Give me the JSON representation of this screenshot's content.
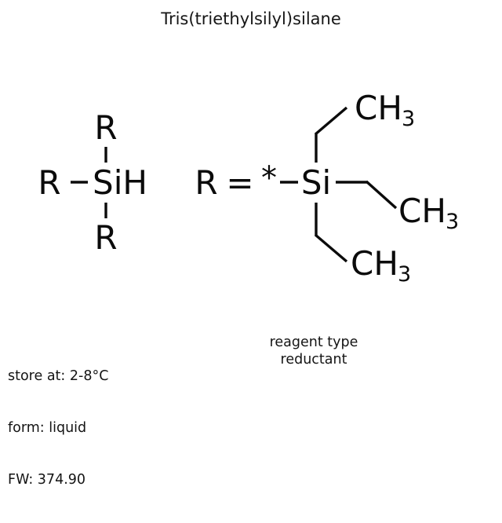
{
  "title": "Tris(triethylsilyl)silane",
  "structure_left": {
    "center_label": "SiH",
    "substituent_top": "R",
    "substituent_left": "R",
    "substituent_bottom": "R"
  },
  "structure_right": {
    "r_label": "R",
    "equals": "=",
    "attachment_point": "*",
    "center_label": "Si",
    "methyl_top": "CH",
    "methyl_top_sub": "3",
    "methyl_right": "CH",
    "methyl_right_sub": "3",
    "methyl_bottom": "CH",
    "methyl_bottom_sub": "3"
  },
  "properties": {
    "storage": "store at: 2-8°C",
    "form": "form: liquid",
    "formula_weight": "FW: 374.90"
  },
  "reagent": {
    "heading": "reagent type",
    "value": "reductant"
  },
  "colors": {
    "background": "#ffffff",
    "ink": "#0b0b0b",
    "text": "#141414"
  }
}
